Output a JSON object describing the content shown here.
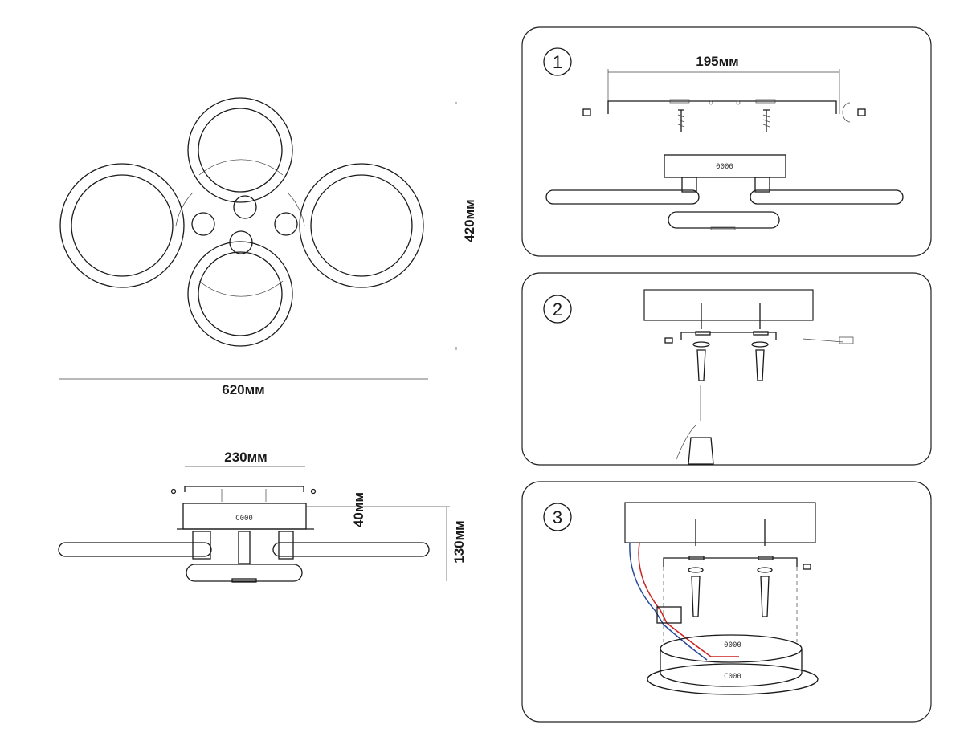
{
  "dimensions": {
    "width_total": "620мм",
    "height_total": "420мм",
    "base_width": "230мм",
    "base_height": "40мм",
    "side_height": "130мм",
    "mount_plate_width": "195мм"
  },
  "steps": [
    {
      "number": "1",
      "plate_label": "195мм"
    },
    {
      "number": "2"
    },
    {
      "number": "3"
    }
  ]
}
